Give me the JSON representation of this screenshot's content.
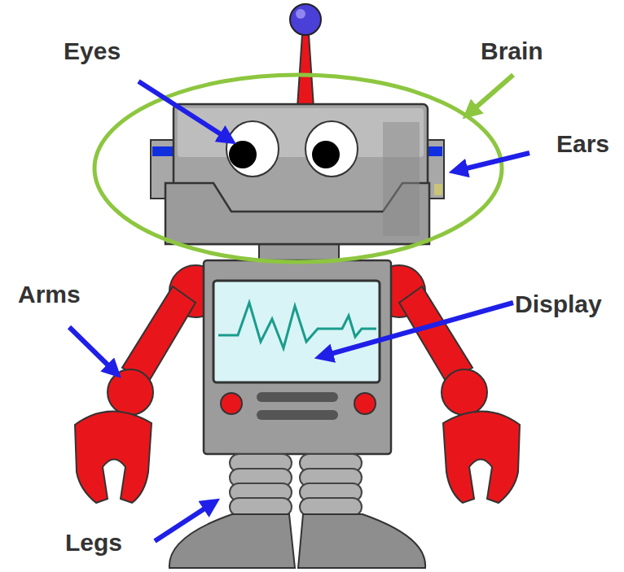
{
  "diagram": {
    "labels": [
      "Eyes",
      "Brain",
      "Ears",
      "Arms",
      "Display",
      "Legs"
    ]
  }
}
